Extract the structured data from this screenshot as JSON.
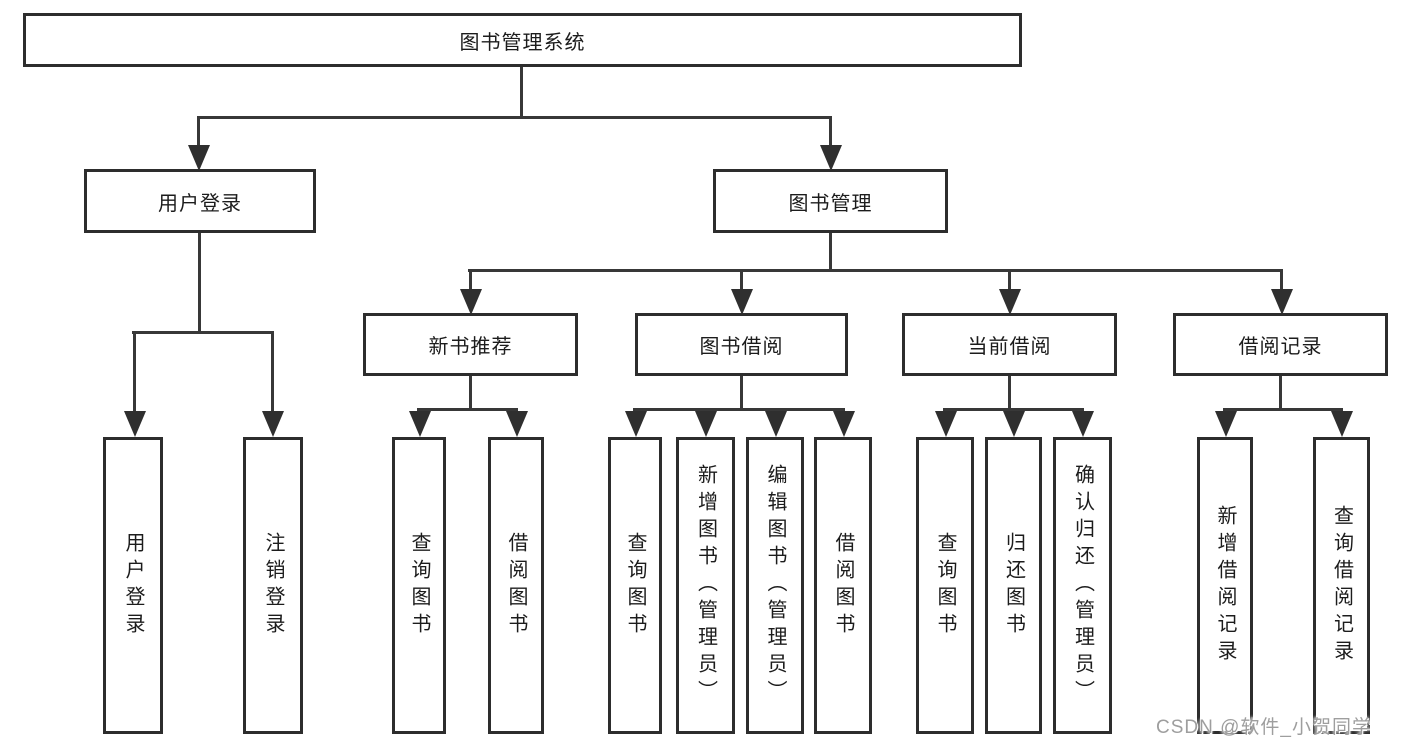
{
  "nodes": {
    "root": "图书管理系统",
    "user_login": "用户登录",
    "book_management": "图书管理",
    "new_book_recommend": "新书推荐",
    "book_borrow": "图书借阅",
    "current_borrow": "当前借阅",
    "borrow_record": "借阅记录",
    "leaf_user_login": "用户登录",
    "leaf_logout": "注销登录",
    "leaf_nb_query_books": "查询图书",
    "leaf_nb_borrow_books": "借阅图书",
    "leaf_bb_query_books": "查询图书",
    "leaf_bb_add_books_admin": "新增图书（管理员）",
    "leaf_bb_edit_books_admin": "编辑图书（管理员）",
    "leaf_bb_borrow_books": "借阅图书",
    "leaf_cb_query_books": "查询图书",
    "leaf_cb_return_books": "归还图书",
    "leaf_cb_confirm_return_admin": "确认归还（管理员）",
    "leaf_br_add_record": "新增借阅记录",
    "leaf_br_query_record": "查询借阅记录"
  },
  "watermark": "CSDN @软件_小贺同学",
  "colors": {
    "line": "#383838",
    "box_border": "#2d2d2d",
    "text": "#1c1c1c",
    "watermark": "#9e9e9e",
    "background": "#ffffff"
  }
}
